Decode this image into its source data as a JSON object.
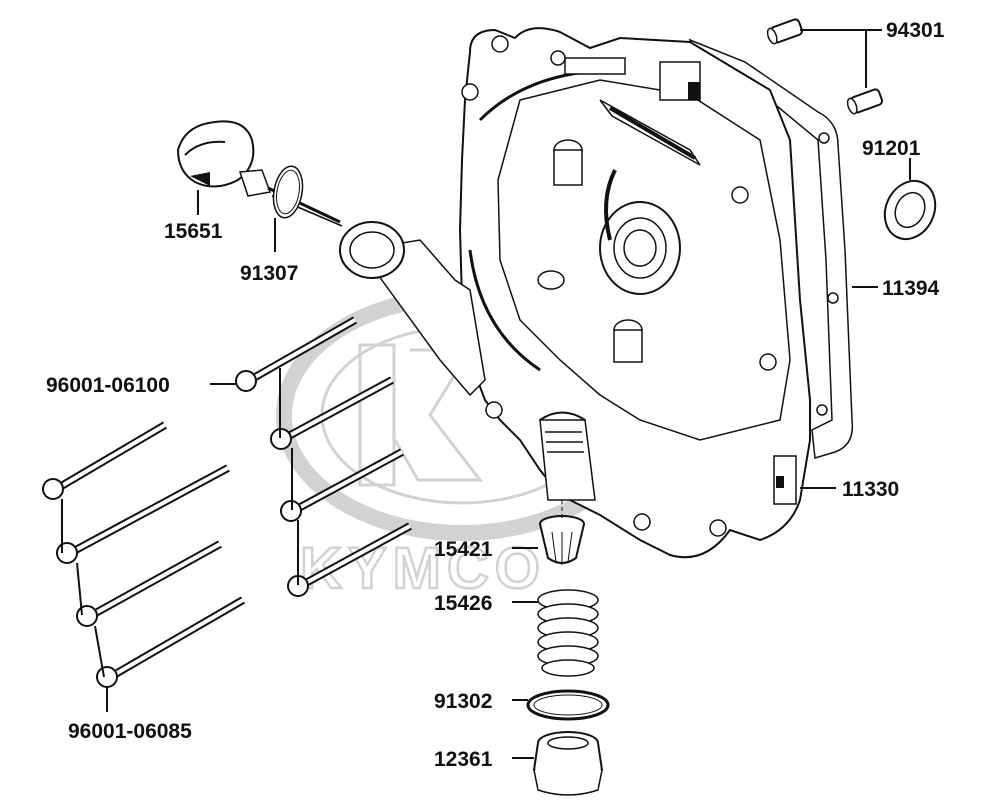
{
  "watermark": {
    "brand_text": "KYMCO",
    "color": "#d2d2d2"
  },
  "labels": {
    "p94301": "94301",
    "p91201": "91201",
    "p11394": "11394",
    "p11330": "11330",
    "p15651": "15651",
    "p91307": "91307",
    "p96001_06100": "96001-06100",
    "p96001_06085": "96001-06085",
    "p15421": "15421",
    "p15426": "15426",
    "p91302": "91302",
    "p12361": "12361"
  },
  "colors": {
    "line": "#111111",
    "background": "#ffffff"
  }
}
